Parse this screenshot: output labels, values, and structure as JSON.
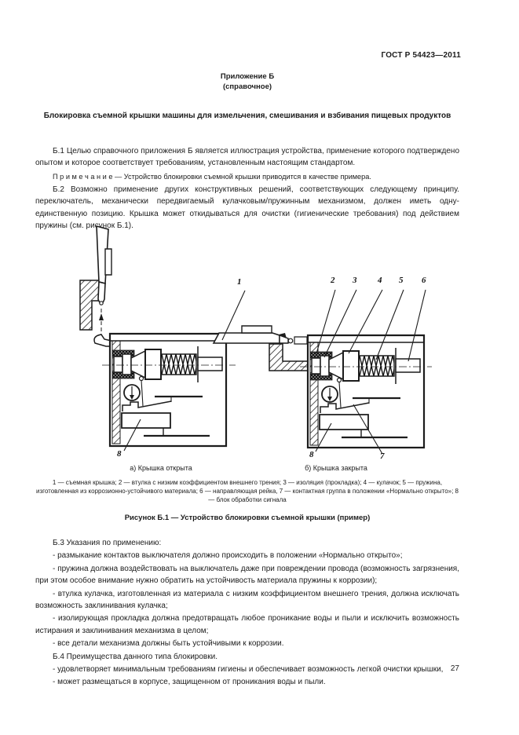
{
  "header": {
    "doc_code": "ГОСТ Р 54423—2011"
  },
  "appendix": {
    "label": "Приложение Б",
    "kind": "(справочное)",
    "title": "Блокировка съемной крышки машины для измельчения, смешивания и взбивания пищевых продуктов"
  },
  "body": {
    "b1": "Б.1 Целью справочного приложения Б является иллюстрация устройства, применение которого подтверждено опытом и которое соответствует требованиям, установленным настоящим стандартом.",
    "note": "П р и м е ч а н и е — Устройство блокировки съемной крышки приводится в качестве примера.",
    "b2": "Б.2 Возможно применение других конструктивных решений, соответствующих следующему принципу. переключатель, механически передвигаемый кулачковым/пружинным механизмом, должен иметь одну-единственную позицию. Крышка может откидываться для очистки (гигиенические требования) под действием пружины (см. рисунок Б.1)."
  },
  "figure": {
    "caption_a": "а) Крышка открыта",
    "caption_b": "б) Крышка закрыта",
    "legend": "1 — съемная крышка; 2 — втулка с низким коэффициентом внешнего трения; 3 — изоляция (прокладка); 4 — кулачок; 5 — пружина, изготовленная из коррозионно-устойчивого материала; 6 — направляющая рейка, 7 — контактная группа в положении «Нормально открыто»; 8 — блок обработки сигнала",
    "title": "Рисунок Б.1 — Устройство блокировки съемной крышки (пример)",
    "callouts": {
      "c1": "1",
      "c2": "2",
      "c3": "3",
      "c4": "4",
      "c5": "5",
      "c6": "6",
      "c7": "7",
      "c8_left": "8",
      "c8_right": "8"
    }
  },
  "b3": {
    "heading": "Б.3 Указания по применению:",
    "items": [
      "- размыкание контактов выключателя должно происходить в положении «Нормально открыто»;",
      "- пружина должна воздействовать на выключатель даже при повреждении провода (возможность загрязнения, при этом особое внимание нужно обратить на устойчивость материала пружины к коррозии);",
      "- втулка кулачка, изготовленная из материала с низким коэффициентом внешнего трения, должна исключать возможность заклинивания кулачка;",
      "- изолирующая прокладка должна предотвращать любое проникание воды и пыли и исключить возможность истирания и заклинивания механизма в целом;",
      "- все детали механизма должны быть устойчивыми к коррозии."
    ]
  },
  "b4": {
    "heading": "Б.4 Преимущества данного типа блокировки.",
    "items": [
      "- удовлетворяет минимальным требованиям гигиены и обеспечивает возможность легкой очистки крышки,",
      "- может размещаться в корпусе, защищенном от проникания воды и пыли."
    ]
  },
  "footer": {
    "page_number": "27"
  }
}
